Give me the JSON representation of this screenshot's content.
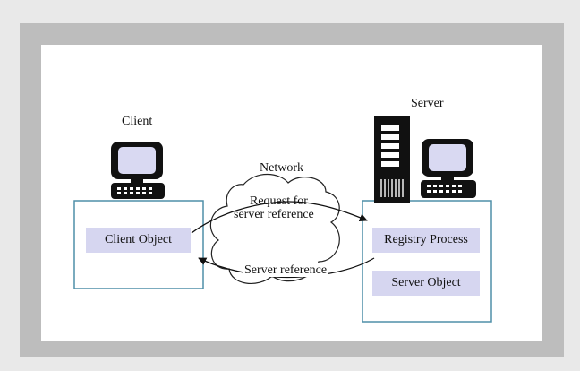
{
  "diagram": {
    "client_label": "Client",
    "server_label": "Server",
    "network_label": "Network",
    "client_object": "Client Object",
    "registry_process": "Registry Process",
    "server_object": "Server Object",
    "request_line1": "Request for",
    "request_line2": "server reference",
    "response_label": "Server reference"
  },
  "colors": {
    "outer_background": "#e9e9e9",
    "frame": "#bdbdbd",
    "canvas": "#ffffff",
    "box_border": "#4f8fa8",
    "label_fill": "#d6d6f0",
    "monitor_screen": "#d9d9f2"
  },
  "icons": [
    "client-computer-icon",
    "server-tower-icon",
    "server-computer-icon",
    "network-cloud-icon"
  ]
}
